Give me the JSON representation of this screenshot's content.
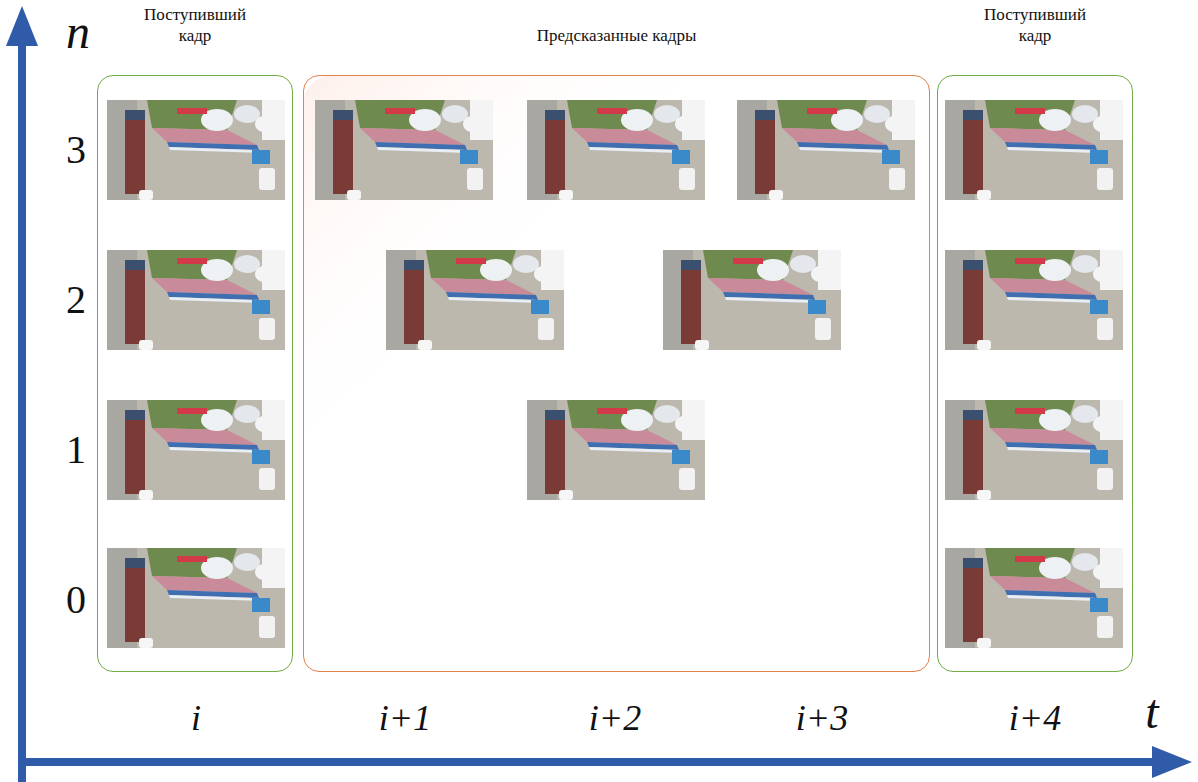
{
  "diagram": {
    "nodes": [
      {
        "text": [
          "Поступивший кадр"
        ]
      },
      {
        "text": [
          "Предсказанные кадры"
        ]
      },
      {
        "text": [
          "Поступивший кадр"
        ]
      }
    ],
    "labels": [
      "n",
      "3",
      "2",
      "1",
      "0",
      "i",
      "i+1",
      "i+2",
      "i+3",
      "i+4",
      "t"
    ]
  }
}
